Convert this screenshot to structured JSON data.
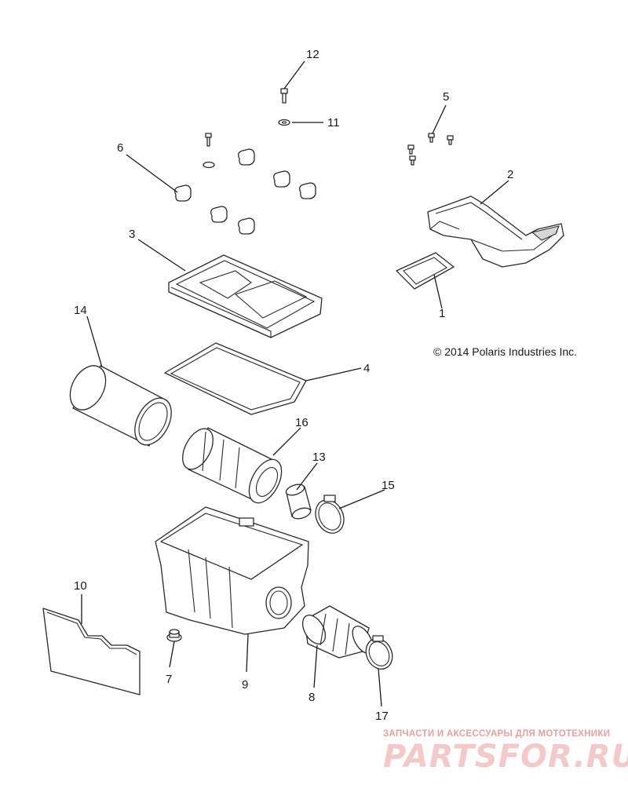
{
  "copyright": "© 2014 Polaris Industries Inc.",
  "watermark": {
    "tagline": "ЗАПЧАСТИ И АКСЕССУАРЫ ДЛЯ МОТОТЕХНИКИ",
    "brand": "PARTSFOR.RU"
  },
  "callouts": {
    "c1": "1",
    "c2": "2",
    "c3": "3",
    "c4": "4",
    "c5": "5",
    "c6": "6",
    "c7": "7",
    "c8": "8",
    "c9": "9",
    "c10": "10",
    "c11": "11",
    "c12": "12",
    "c13": "13",
    "c14": "14",
    "c15": "15",
    "c16": "16",
    "c17": "17"
  },
  "colors": {
    "line": "#2a2a2a",
    "watermark": "#e8a0a0"
  }
}
